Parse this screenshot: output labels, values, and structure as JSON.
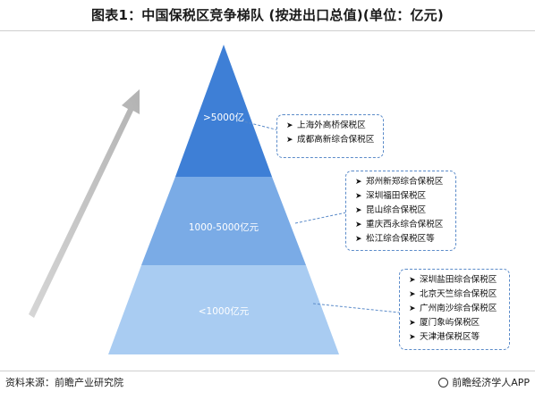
{
  "title": "图表1：中国保税区竞争梯队 (按进出口总值)(单位：亿元)",
  "tiers": [
    {
      "label": ">5000亿",
      "color": "#3e7fd6",
      "items": [
        "上海外高桥保税区",
        "成都高新综合保税区"
      ]
    },
    {
      "label": "1000-5000亿元",
      "color": "#7aabe6",
      "items": [
        "郑州新郑综合保税区",
        "深圳福田保税区",
        "昆山综合保税区",
        "重庆西永综合保税区",
        "松江综合保税区等"
      ]
    },
    {
      "label": "<1000亿元",
      "color": "#a9ccf2",
      "items": [
        "深圳盐田综合保税区",
        "北京天竺综合保税区",
        "广州南沙综合保税区",
        "厦门象屿保税区",
        "天津港保税区等"
      ]
    }
  ],
  "bullet_glyph": "➤",
  "footer": {
    "source": "资料来源：前瞻产业研究院",
    "brand": "前瞻经济学人APP",
    "brand_icon": "circle-logo-icon"
  }
}
